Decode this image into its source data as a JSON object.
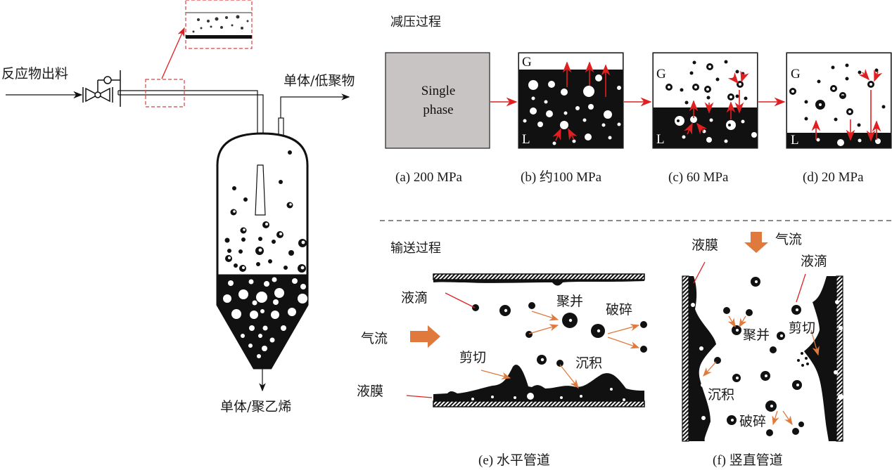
{
  "left": {
    "inlet_label": "反应物出料",
    "top_outlet_label": "单体/低聚物",
    "bottom_outlet_label": "单体/聚乙烯"
  },
  "decompression": {
    "title": "减压过程",
    "single_phase_text": [
      "Single",
      "phase"
    ],
    "gas_label": "G",
    "liquid_label": "L",
    "captions": [
      "(a) 200 MPa",
      "(b) 约100 MPa",
      "(c) 60 MPa",
      "(d) 20 MPa"
    ],
    "pressures_mpa": [
      200,
      100,
      60,
      20
    ]
  },
  "transport": {
    "title": "输送过程",
    "horizontal": {
      "caption": "(e) 水平管道",
      "droplet": "液滴",
      "coalescence": "聚并",
      "breakup": "破碎",
      "gas_flow": "气流",
      "shear": "剪切",
      "deposition": "沉积",
      "liquid_film": "液膜"
    },
    "vertical": {
      "caption": "(f) 竖直管道",
      "liquid_film": "液膜",
      "gas_flow": "气流",
      "droplet": "液滴",
      "coalescence": "聚并",
      "shear": "剪切",
      "deposition": "沉积",
      "breakup": "破碎"
    }
  },
  "colors": {
    "red_arrow": "#e02020",
    "orange_arrow": "#e07a3c",
    "dashed_box": "#d94040",
    "single_phase_fill": "#c8c4c4"
  }
}
